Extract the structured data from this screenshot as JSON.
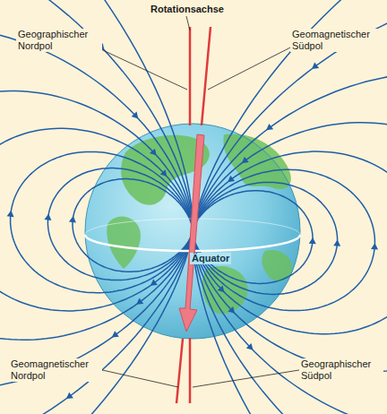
{
  "diagram": {
    "labels": [
      "Rotationsachse",
      "Geographischer Nordpol",
      "Geomagnetischer Südpol",
      "Äquator",
      "Geomagnetischer Nordpol",
      "Geographischer Südpol"
    ]
  }
}
